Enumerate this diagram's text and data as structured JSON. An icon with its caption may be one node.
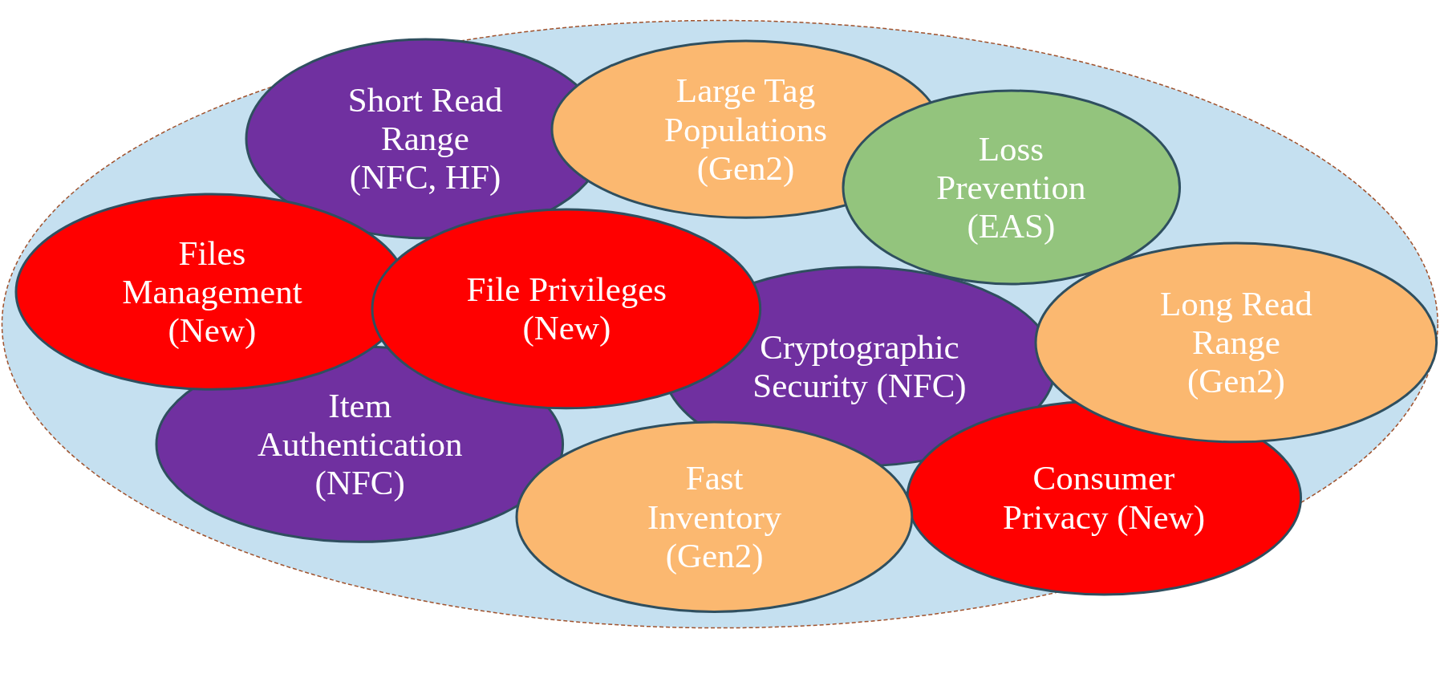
{
  "diagram": {
    "nodes": [
      {
        "text": [],
        "shape": "ellipse"
      },
      {
        "text": [
          "Short Read Range (NFC, HF)"
        ],
        "in": 0
      },
      {
        "text": [
          "Large Tag Populations (Gen2)"
        ],
        "in": 0
      },
      {
        "text": [
          "Loss Prevention (EAS)"
        ],
        "in": 0
      },
      {
        "text": [
          "Files Management (New)"
        ],
        "in": 0
      },
      {
        "text": [
          "File Privileges (New)"
        ],
        "in": 0
      },
      {
        "text": [
          "Long Read Range (Gen2)"
        ],
        "in": 0
      },
      {
        "text": [
          "Cryptographic Security (NFC)"
        ],
        "in": 0
      },
      {
        "text": [
          "Item Authentication (NFC)"
        ],
        "in": 0
      },
      {
        "text": [
          "Consumer Privacy (New)"
        ],
        "in": 0
      },
      {
        "text": [
          "Fast Inventory (Gen2)"
        ],
        "in": 0
      }
    ],
    "edges": []
  }
}
